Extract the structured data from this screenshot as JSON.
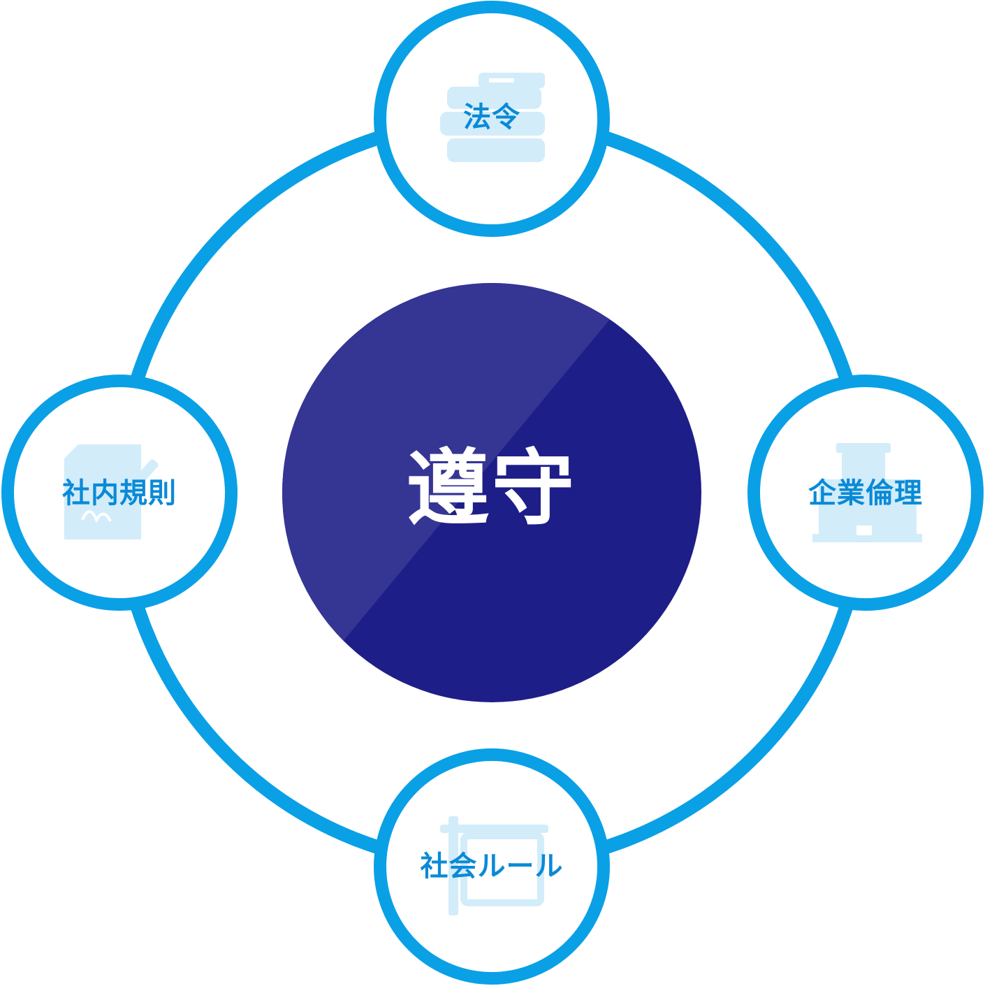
{
  "center": {
    "label": "遵守"
  },
  "nodes": [
    {
      "id": "law",
      "label": "法令",
      "icon": "stacked-books-icon"
    },
    {
      "id": "corporate-ethics",
      "label": "企業倫理",
      "icon": "office-building-icon"
    },
    {
      "id": "social-rules",
      "label": "社会ルール",
      "icon": "torii-gate-icon"
    },
    {
      "id": "internal-rules",
      "label": "社内規則",
      "icon": "document-pen-icon"
    }
  ],
  "colors": {
    "ring": "#0aa0e6",
    "node_text": "#0a8ad6",
    "icon_fill": "#d2ecfa",
    "center_light": "#353594",
    "center_dark": "#1e1e88",
    "center_text": "#ffffff"
  }
}
